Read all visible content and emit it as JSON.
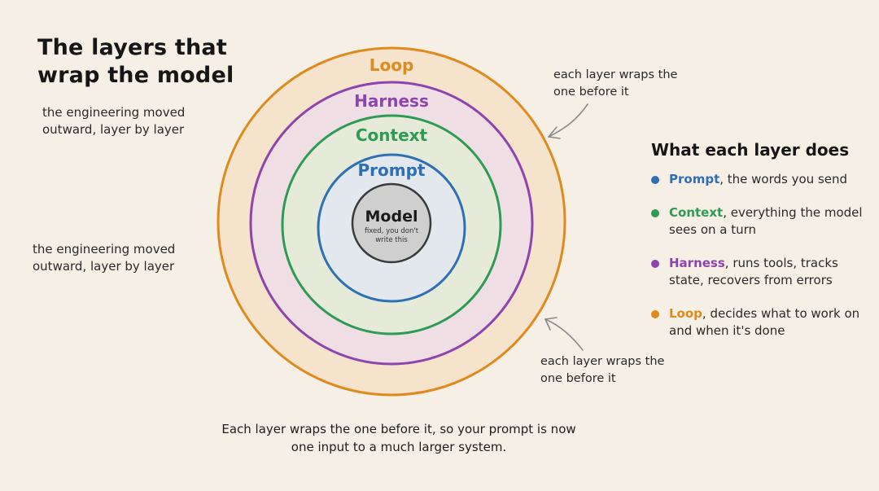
{
  "title": "The layers that wrap the model",
  "subtitle_top": "the engineering moved outward, layer by layer",
  "subtitle_left": "the engineering moved outward, layer by layer",
  "annotation_top": "each layer wraps the one before it",
  "annotation_bottom": "each layer wraps the one before it",
  "rings": {
    "loop": {
      "label": "Loop",
      "color": "#e08a1e"
    },
    "harness": {
      "label": "Harness",
      "color": "#8e44ad"
    },
    "context": {
      "label": "Context",
      "color": "#2e9b55"
    },
    "prompt": {
      "label": "Prompt",
      "color": "#2f6fb3"
    },
    "model": {
      "label": "Model",
      "note": "fixed, you don't write this"
    }
  },
  "legend": {
    "title": "What each layer does",
    "items": [
      {
        "name": "Prompt",
        "desc": ", the words you send",
        "color": "#2f6fb3"
      },
      {
        "name": "Context",
        "desc": ", everything the model sees on a turn",
        "color": "#2e9b55"
      },
      {
        "name": "Harness",
        "desc": ", runs tools, tracks state, recovers from errors",
        "color": "#8e44ad"
      },
      {
        "name": "Loop",
        "desc": ", decides what to work on and when it's done",
        "color": "#e08a1e"
      }
    ]
  },
  "caption": "Each layer wraps the one before it, so your prompt is now one input to a much larger system."
}
